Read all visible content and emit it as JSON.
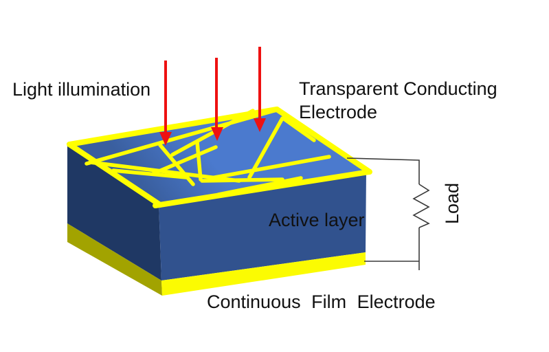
{
  "title": "Device schematic: nanowire transparent electrode solar cell with external load",
  "labels": {
    "light_illumination": "Light illumination",
    "transparent_conducting_line1": "Transparent Conducting",
    "transparent_conducting_line2": "Electrode",
    "active_layer": "Active layer",
    "continuous_film_electrode": "Continuous Film Electrode",
    "load": "Load"
  },
  "icons": {
    "light_arrows": "red-down-arrow",
    "load_symbol": "resistor-zigzag"
  },
  "counts": {
    "light_arrows": 3
  },
  "colors": {
    "background": "#ffffff",
    "top_face_blue": "#4b7ace",
    "top_face_shade": "#3a5f9f",
    "front_face_blue": "#31528e",
    "left_face_blue": "#1f3864",
    "nanowire_yellow": "#ffff00",
    "bottom_front_yellow": "#fbfb02",
    "bottom_left_olive": "#a2a300",
    "arrow_red": "#ee1111",
    "wire_gray": "#3a3a3a",
    "text_color": "#111111"
  }
}
